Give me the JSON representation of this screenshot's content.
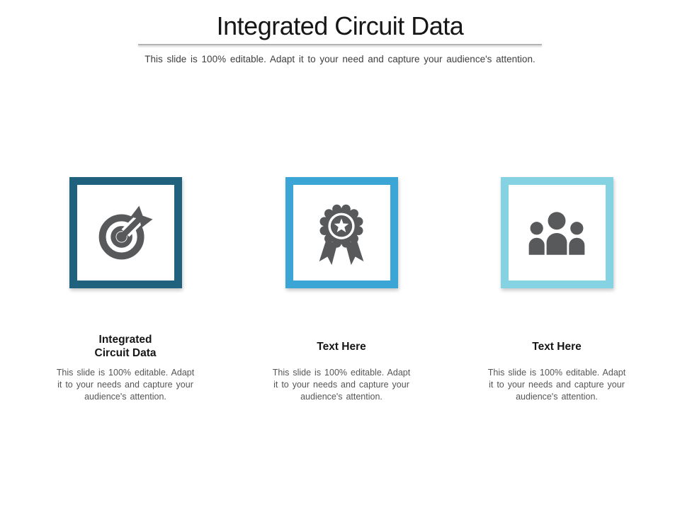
{
  "slide": {
    "title": "Integrated Circuit Data",
    "subtitle": "This slide is 100% editable. Adapt it to your need and capture your audience's attention."
  },
  "colors": {
    "title": "#161616",
    "subtitle": "#3e3e3e",
    "body": "#555555",
    "icon": "#58595B"
  },
  "items": [
    {
      "icon": "target-icon",
      "frame_color": "#20617E",
      "heading": "Integrated\nCircuit Data",
      "body": "This slide is 100% editable. Adapt\nit to your needs and capture your\naudience's attention."
    },
    {
      "icon": "medal-icon",
      "frame_color": "#3BA6D5",
      "heading": "Text Here",
      "body": "This slide is 100% editable. Adapt\nit to your needs and capture your\naudience's attention."
    },
    {
      "icon": "people-icon",
      "frame_color": "#85D3E2",
      "heading": "Text Here",
      "body": "This slide is 100% editable. Adapt\nit to your needs and capture your\naudience's attention."
    }
  ]
}
